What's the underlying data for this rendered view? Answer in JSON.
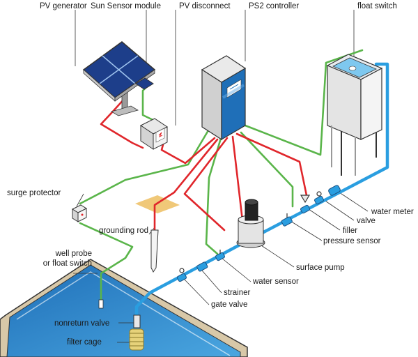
{
  "labels": {
    "pv_generator": "PV generator",
    "sun_sensor_module": "Sun Sensor module",
    "pv_disconnect": "PV disconnect",
    "ps2_controller": "PS2 controller",
    "float_switch": "float switch",
    "surge_protector": "surge protector",
    "grounding_rod": "grounding rod",
    "well_probe_line1": "well probe",
    "well_probe_line2": "or float switch",
    "nonreturn_valve": "nonreturn valve",
    "filter_cage": "filter cage",
    "water_meter": "water meter",
    "valve": "valve",
    "filler": "filler",
    "pressure_sensor": "pressure sensor",
    "surface_pump": "surface pump",
    "water_sensor": "water sensor",
    "strainer": "strainer",
    "gate_valve": "gate valve"
  },
  "colors": {
    "water_pipe": "#2a9ee0",
    "power_wire": "#e0262b",
    "signal_wire": "#5ab54a",
    "controller_blue": "#1f6fb8",
    "tank_water": "#7ec8ef",
    "well_water": "#3a8fd0",
    "ground_pad": "#f0c878"
  }
}
